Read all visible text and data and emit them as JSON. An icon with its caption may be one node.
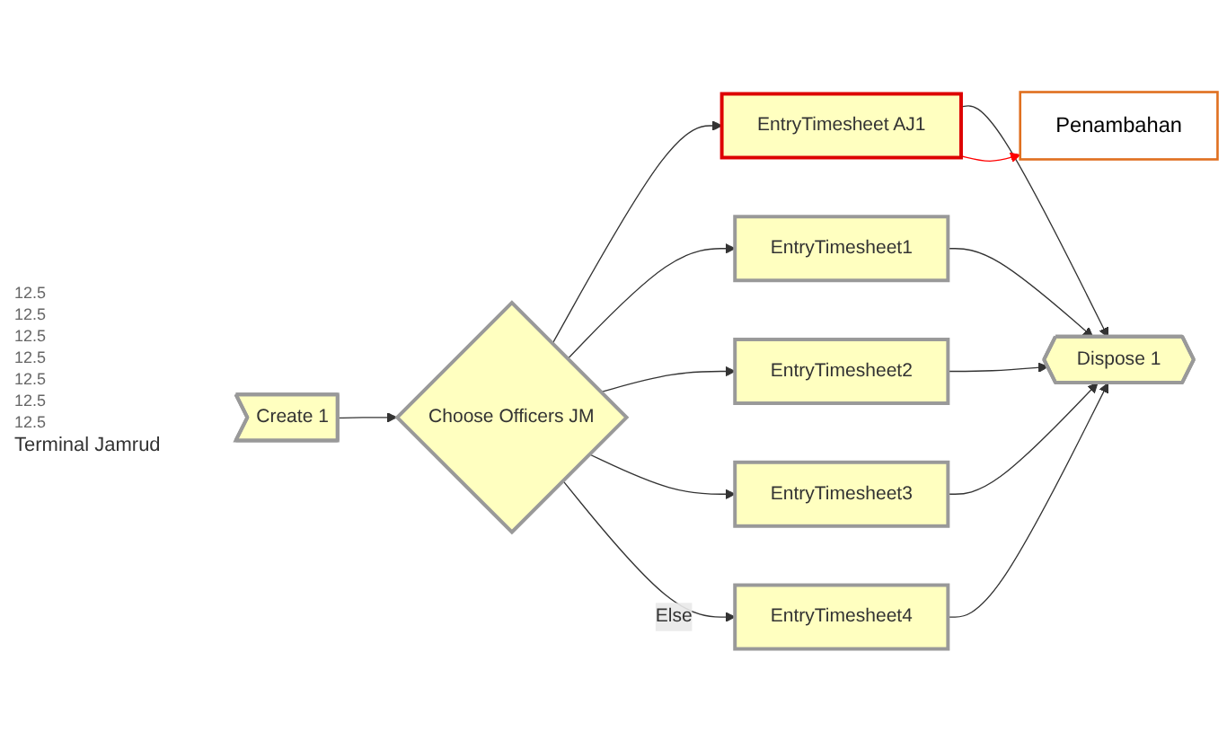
{
  "diagram": {
    "nodes": [
      {
        "text": [
          "Create 1"
        ]
      },
      {
        "text": [
          "Choose Officers JM"
        ]
      },
      {
        "text": [
          "EntryTimesheet AJ1"
        ]
      },
      {
        "text": [
          "EntryTimesheet1"
        ]
      },
      {
        "text": [
          "EntryTimesheet2"
        ]
      },
      {
        "text": [
          "EntryTimesheet3"
        ]
      },
      {
        "text": [
          "EntryTimesheet4"
        ]
      },
      {
        "text": [
          "Dispose 1"
        ]
      },
      {
        "text": [
          "Penambahan"
        ]
      }
    ],
    "edges": [
      {
        "from": 0,
        "to": 1,
        "arrow": "to"
      },
      {
        "from": 1,
        "to": 2,
        "arrow": "to"
      },
      {
        "from": 1,
        "to": 3,
        "arrow": "to"
      },
      {
        "from": 1,
        "to": 4,
        "arrow": "to"
      },
      {
        "from": 1,
        "to": 5,
        "arrow": "to"
      },
      {
        "from": 1,
        "to": 6,
        "arrow": "to",
        "label": "Else"
      },
      {
        "from": 2,
        "to": 7,
        "arrow": "to"
      },
      {
        "from": 3,
        "to": 7,
        "arrow": "to"
      },
      {
        "from": 4,
        "to": 7,
        "arrow": "to"
      },
      {
        "from": 5,
        "to": 7,
        "arrow": "to"
      },
      {
        "from": 6,
        "to": 7,
        "arrow": "to"
      },
      {
        "from": 2,
        "to": 8,
        "arrow": "to",
        "color": "#ff0000"
      }
    ],
    "labels": [
      "12.5",
      "12.5",
      "12.5",
      "12.5",
      "12.5",
      "12.5",
      "12.5",
      "Terminal Jamrud"
    ]
  }
}
